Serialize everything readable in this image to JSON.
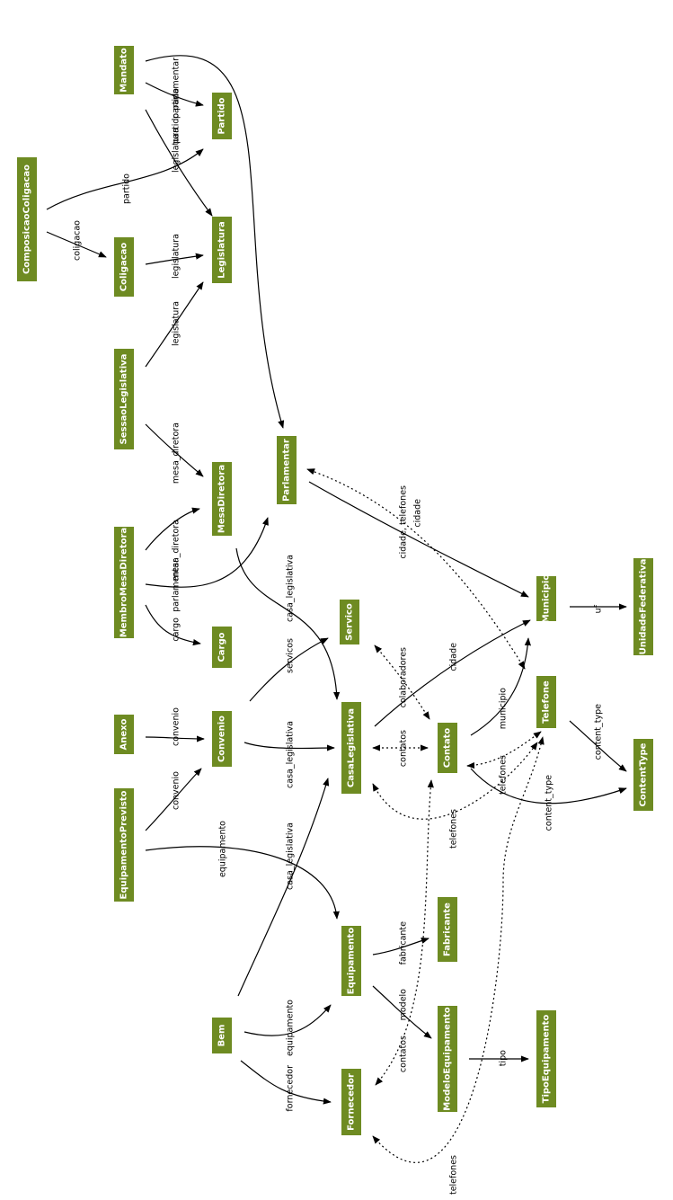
{
  "nodes": [
    {
      "id": "ComposicaoColigacao",
      "label": "ComposicaoColigacao"
    },
    {
      "id": "Mandato",
      "label": "Mandato"
    },
    {
      "id": "Partido",
      "label": "Partido"
    },
    {
      "id": "Coligacao",
      "label": "Coligacao"
    },
    {
      "id": "Legislatura",
      "label": "Legislatura"
    },
    {
      "id": "SessaoLegislativa",
      "label": "SessaoLegislativa"
    },
    {
      "id": "MesaDiretora",
      "label": "MesaDiretora"
    },
    {
      "id": "Parlamentar",
      "label": "Parlamentar"
    },
    {
      "id": "MembroMesaDiretora",
      "label": "MembroMesaDiretora"
    },
    {
      "id": "Cargo",
      "label": "Cargo"
    },
    {
      "id": "Servico",
      "label": "Servico"
    },
    {
      "id": "Municipio",
      "label": "Municipio"
    },
    {
      "id": "UnidadeFederativa",
      "label": "UnidadeFederativa"
    },
    {
      "id": "Anexo",
      "label": "Anexo"
    },
    {
      "id": "Convenio",
      "label": "Convenio"
    },
    {
      "id": "CasaLegislativa",
      "label": "CasaLegislativa"
    },
    {
      "id": "Contato",
      "label": "Contato"
    },
    {
      "id": "Telefone",
      "label": "Telefone"
    },
    {
      "id": "ContentType",
      "label": "ContentType"
    },
    {
      "id": "EquipamentoPrevisto",
      "label": "EquipamentoPrevisto"
    },
    {
      "id": "Fabricante",
      "label": "Fabricante"
    },
    {
      "id": "Equipamento",
      "label": "Equipamento"
    },
    {
      "id": "Bem",
      "label": "Bem"
    },
    {
      "id": "ModeloEquipamento",
      "label": "ModeloEquipamento"
    },
    {
      "id": "TipoEquipamento",
      "label": "TipoEquipamento"
    },
    {
      "id": "Fornecedor",
      "label": "Fornecedor"
    }
  ],
  "edges": [
    {
      "id": "e1",
      "label": "partido parlamentar",
      "style": "solid"
    },
    {
      "id": "e2",
      "label": "partido",
      "style": "solid"
    },
    {
      "id": "e3",
      "label": "legislatura",
      "style": "solid"
    },
    {
      "id": "e4",
      "label": "partido",
      "style": "solid"
    },
    {
      "id": "e5",
      "label": "coligacao",
      "style": "solid"
    },
    {
      "id": "e6",
      "label": "legislatura",
      "style": "solid"
    },
    {
      "id": "e7",
      "label": "legislatura",
      "style": "solid"
    },
    {
      "id": "e8",
      "label": "mesa_diretora",
      "style": "solid"
    },
    {
      "id": "e9",
      "label": "mesa_diretora",
      "style": "solid"
    },
    {
      "id": "e10",
      "label": "parlamentar",
      "style": "solid"
    },
    {
      "id": "e11",
      "label": "cargo",
      "style": "solid"
    },
    {
      "id": "e12",
      "label": "casa_legislativa",
      "style": "solid"
    },
    {
      "id": "e13",
      "label": "cidade",
      "style": "solid"
    },
    {
      "id": "e14",
      "label": "cidade, telefones",
      "style": "dotted"
    },
    {
      "id": "e15",
      "label": "uf",
      "style": "solid"
    },
    {
      "id": "e16",
      "label": "servicos",
      "style": "solid"
    },
    {
      "id": "e17",
      "label": "colaboradores",
      "style": "dotted"
    },
    {
      "id": "e18",
      "label": "cidade",
      "style": "solid"
    },
    {
      "id": "e19",
      "label": "convenio",
      "style": "solid"
    },
    {
      "id": "e20",
      "label": "casa_legislativa",
      "style": "solid"
    },
    {
      "id": "e21",
      "label": "convenio",
      "style": "solid"
    },
    {
      "id": "e22",
      "label": "contatos",
      "style": "dotted"
    },
    {
      "id": "e23",
      "label": "municipio",
      "style": "solid"
    },
    {
      "id": "e24",
      "label": "telefones",
      "style": "dotted"
    },
    {
      "id": "e25",
      "label": "content_type",
      "style": "solid"
    },
    {
      "id": "e26",
      "label": "content_type",
      "style": "solid"
    },
    {
      "id": "e27",
      "label": "telefones",
      "style": "dotted"
    },
    {
      "id": "e28",
      "label": "equipamento",
      "style": "solid"
    },
    {
      "id": "e29",
      "label": "casa_legislativa",
      "style": "solid"
    },
    {
      "id": "e30",
      "label": "fabricante",
      "style": "solid"
    },
    {
      "id": "e31",
      "label": "modelo",
      "style": "solid"
    },
    {
      "id": "e32",
      "label": "equipamento",
      "style": "solid"
    },
    {
      "id": "e33",
      "label": "fornecedor",
      "style": "solid"
    },
    {
      "id": "e34",
      "label": "contatos",
      "style": "dotted"
    },
    {
      "id": "e35",
      "label": "tipo",
      "style": "solid"
    },
    {
      "id": "e36",
      "label": "telefones",
      "style": "dotted"
    }
  ]
}
